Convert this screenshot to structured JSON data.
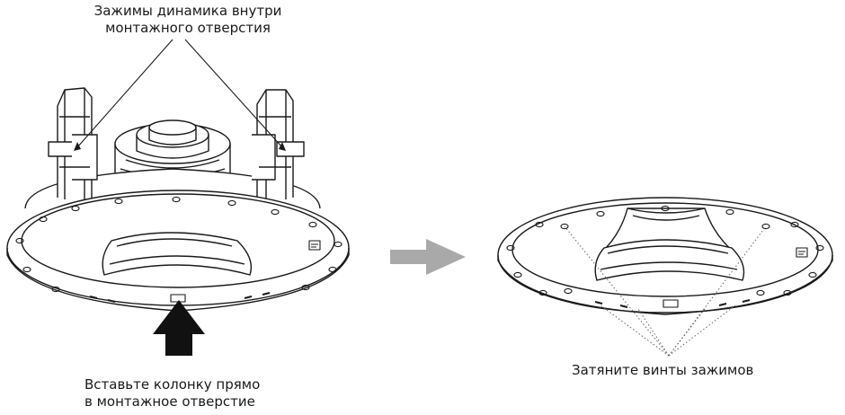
{
  "captions": {
    "top": [
      "Зажимы динамика внутри",
      "монтажного отверстия"
    ],
    "bottom_left": [
      "Вставьте колонку прямо",
      "в монтажное отверстие"
    ],
    "bottom_right": [
      "Затяните винты зажимов"
    ]
  },
  "colors": {
    "line": "#1a1a1a",
    "process_arrow": "#a9a9a9",
    "insert_arrow": "#111111",
    "background": "#ffffff"
  },
  "icons": {
    "process_arrow": "right-arrow-icon",
    "insert_arrow": "up-arrow-icon"
  }
}
